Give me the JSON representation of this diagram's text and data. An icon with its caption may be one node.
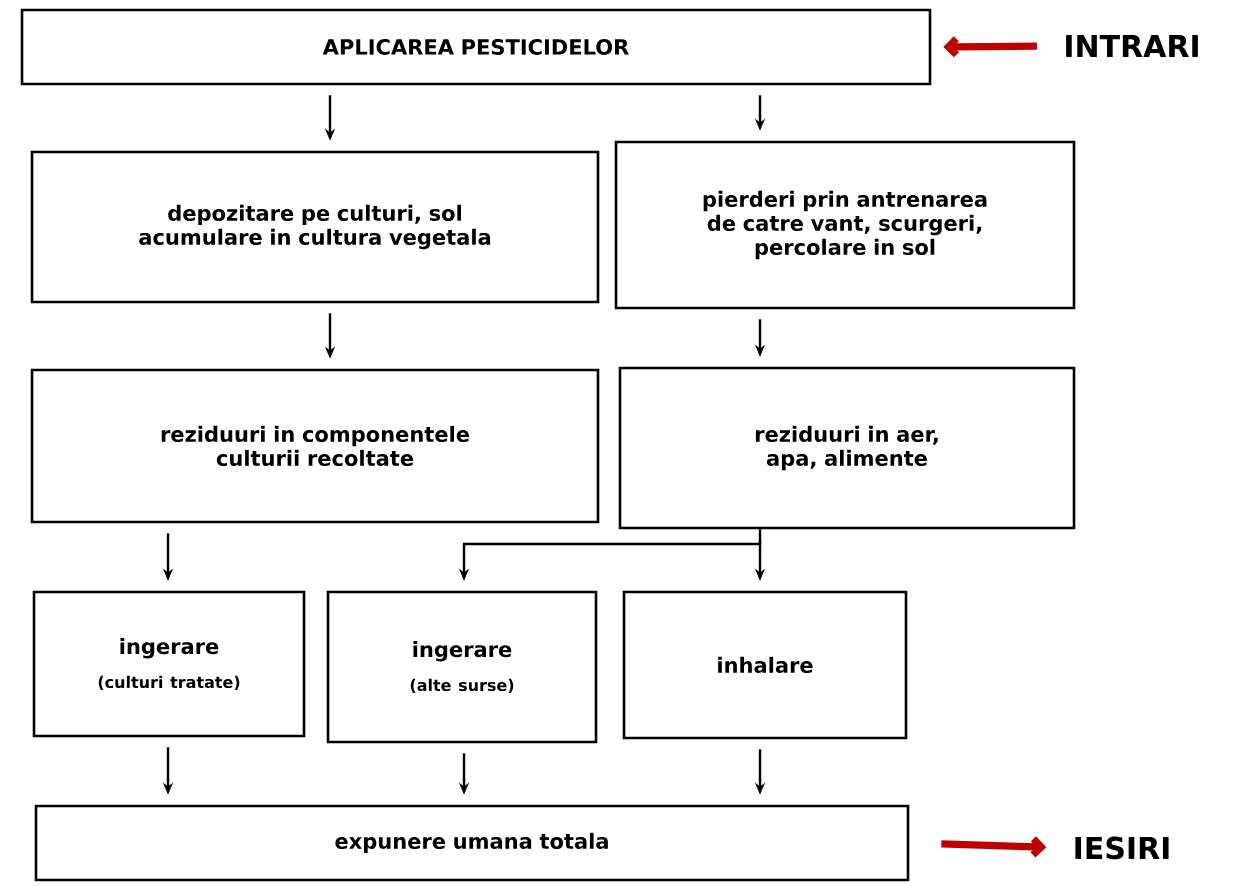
{
  "diagram": {
    "nodes": [
      {
        "text": [
          "APLICAREA PESTICIDELOR"
        ]
      },
      {
        "text": [
          "depozitare pe culturi, sol acumulare in cultura vegetala"
        ]
      },
      {
        "text": [
          "pierderi prin antrenarea de catre vant, scurgeri, percolare in sol"
        ]
      },
      {
        "text": [
          "reziduuri in componentele culturii recoltate"
        ]
      },
      {
        "text": [
          "reziduuri in aer, apa, alimente"
        ]
      },
      {
        "text": [
          "ingerare",
          "(culturi tratate)"
        ]
      },
      {
        "text": [
          "ingerare",
          "(alte surse)"
        ]
      },
      {
        "text": [
          "inhalare"
        ]
      },
      {
        "text": [
          "expunere umana totala"
        ]
      },
      {
        "text": [
          "INTRARI"
        ]
      },
      {
        "text": [
          "IESIRI"
        ]
      }
    ],
    "edges": [
      {
        "from": 0,
        "to": 1,
        "arrow": "to"
      },
      {
        "from": 0,
        "to": 2,
        "arrow": "to"
      },
      {
        "from": 1,
        "to": 3,
        "arrow": "to"
      },
      {
        "from": 2,
        "to": 4,
        "arrow": "to"
      },
      {
        "from": 3,
        "to": 5,
        "arrow": "to"
      },
      {
        "from": 4,
        "to": 6,
        "arrow": "to"
      },
      {
        "from": 4,
        "to": 7,
        "arrow": "to"
      },
      {
        "from": 5,
        "to": 8,
        "arrow": "to"
      },
      {
        "from": 6,
        "to": 8,
        "arrow": "to"
      },
      {
        "from": 7,
        "to": 8,
        "arrow": "to"
      },
      {
        "from": 9,
        "to": 0,
        "arrow": "to",
        "style": "thick",
        "color": "#c00000"
      },
      {
        "from": 8,
        "to": 10,
        "arrow": "to",
        "style": "thick",
        "color": "#c00000"
      }
    ]
  }
}
